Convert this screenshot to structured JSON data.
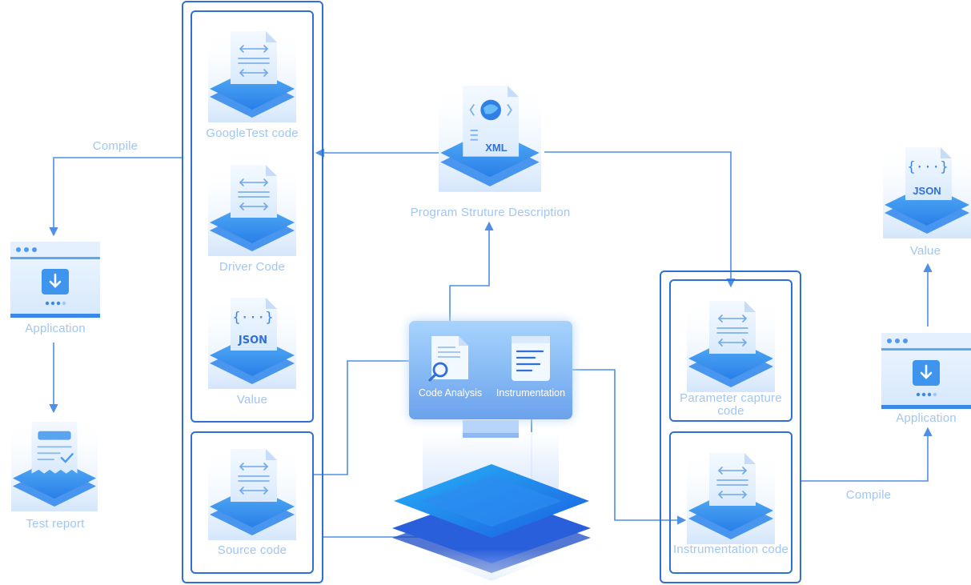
{
  "left_stack": {
    "googletest_label": "GoogleTest code",
    "driver_label": "Driver Code",
    "value_label": "Value",
    "source_label": "Source code"
  },
  "left_column": {
    "compile_label": "Compile",
    "application_label": "Application",
    "test_report_label": "Test report"
  },
  "center": {
    "xml_badge": "XML",
    "program_description_label": "Program Struture Description",
    "code_analysis_label": "Code Analysis",
    "instrumentation_label": "Instrumentation"
  },
  "right_stack": {
    "parameter_capture_label": "Parameter capture code",
    "instrumentation_code_label": "Instrumentation code"
  },
  "right_column": {
    "value_label": "Value",
    "json_badge": "JSON",
    "application_label": "Application",
    "compile_label": "Compile"
  },
  "json_badge_left": "JSON",
  "colors": {
    "line": "#4f8fe6",
    "box_border": "#2f6fd6",
    "label": "#9fc6f4",
    "tile_top": "#3f9cf0",
    "tile_side": "#1f6fe0"
  }
}
